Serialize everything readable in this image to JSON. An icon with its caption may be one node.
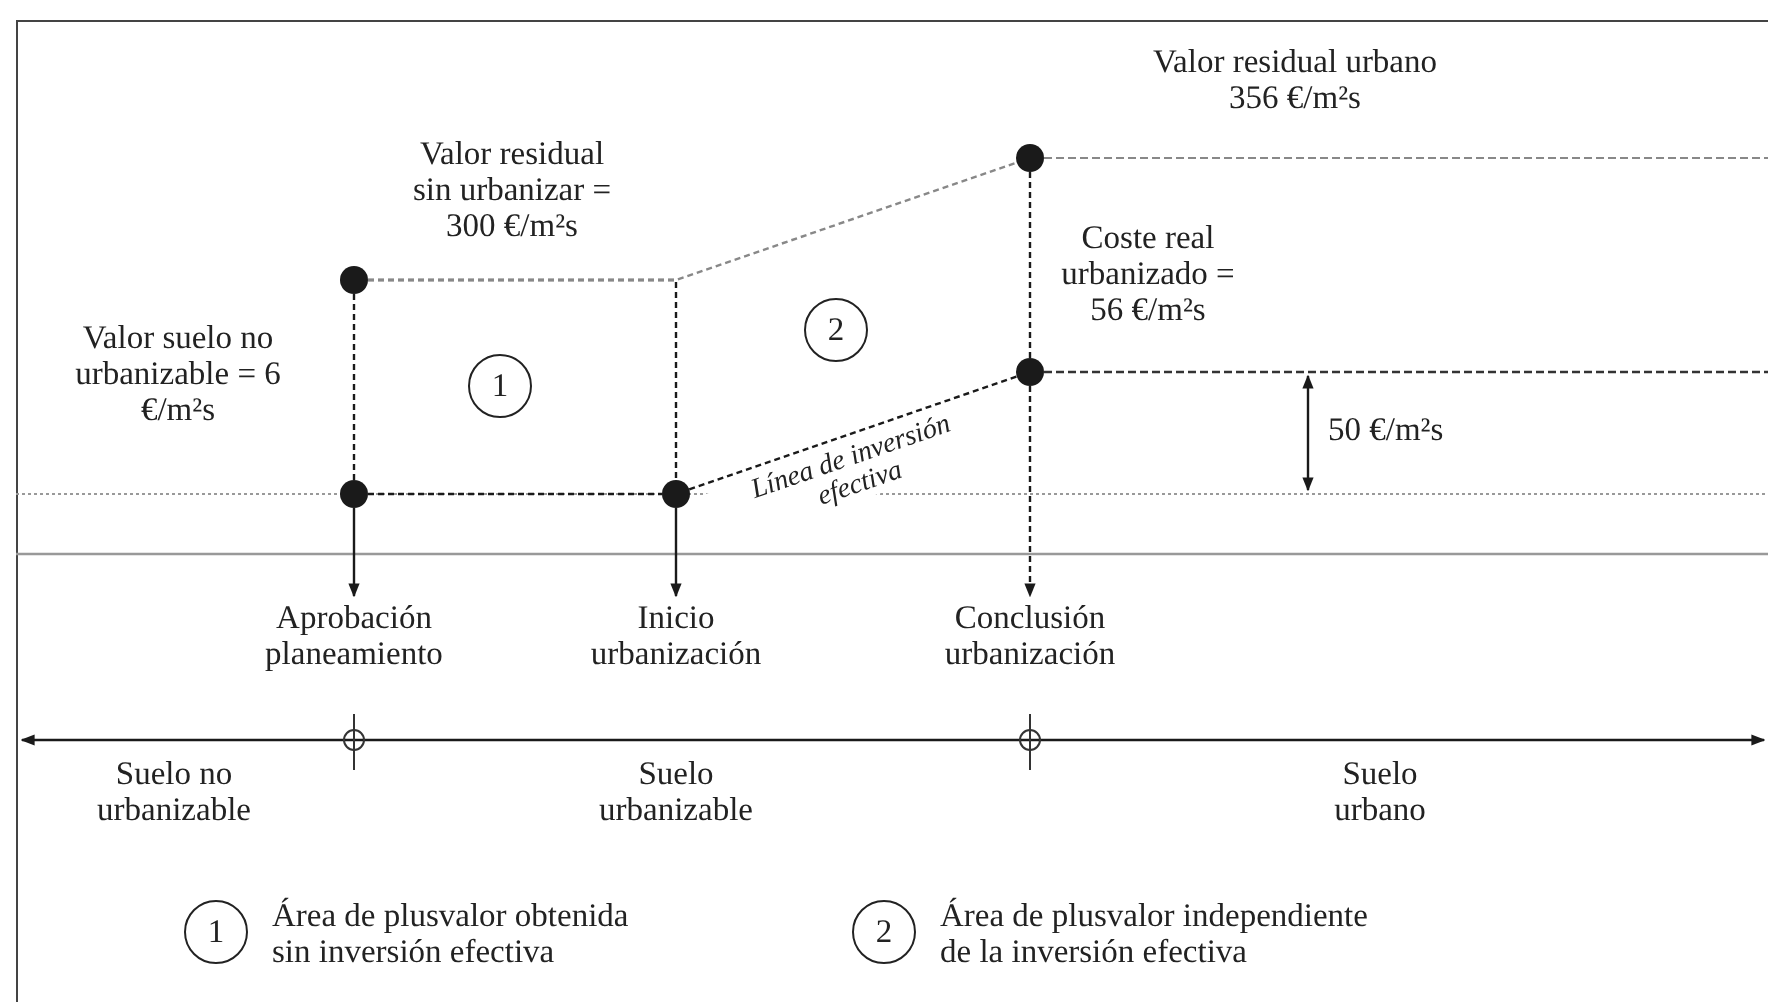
{
  "diagram": {
    "nodes": [
      {
        "text": [],
        "shape": "circle",
        "beside": [
          "Valor residual sin urbanizar = 300 €/m²s"
        ]
      },
      {
        "text": [],
        "shape": "circle",
        "beside": [
          "Valor residual urbano 356 €/m²s"
        ]
      },
      {
        "text": [
          "2"
        ]
      },
      {
        "text": [],
        "shape": "circle",
        "beside": [
          "Coste real urbanizado = 56 €/m²s"
        ]
      },
      {
        "text": [],
        "shape": "circle",
        "beside": [
          "Valor suelo no urbanizable = 6 €/m²s"
        ]
      },
      {
        "text": [
          "1"
        ]
      },
      {
        "text": [],
        "shape": "circle"
      },
      {
        "text": [
          "Aprobación planeamiento"
        ]
      },
      {
        "text": [
          "Inicio urbanización"
        ]
      },
      {
        "text": [
          "Conclusión urbanización"
        ]
      },
      {
        "text": [
          "1"
        ],
        "beside": [
          "Área de plusvalor obtenida sin inversión efectiva"
        ]
      },
      {
        "text": [
          "2"
        ],
        "beside": [
          "Área de plusvalor independiente de la inversión efectiva"
        ]
      }
    ],
    "edges": [
      {
        "from": 0,
        "to": 4,
        "arrow": "none",
        "style": "dashed"
      },
      {
        "from": 4,
        "to": 6,
        "arrow": "none",
        "style": "dashed"
      },
      {
        "from": 6,
        "to": 3,
        "arrow": "none",
        "style": "dashed",
        "label": "Línea de inversión efectiva"
      },
      {
        "from": 0,
        "to": 6,
        "arrow": "none",
        "style": "dashed"
      },
      {
        "from": 0,
        "to": 1,
        "arrow": "none",
        "style": "dashed",
        "color": "#888888"
      },
      {
        "from": 1,
        "to": 3,
        "arrow": "none",
        "style": "dashed"
      },
      {
        "from": 4,
        "to": 7,
        "arrow": "to"
      },
      {
        "from": 6,
        "to": 8,
        "arrow": "to"
      },
      {
        "from": 3,
        "to": 9,
        "arrow": "to",
        "style": "dashed"
      }
    ],
    "labels": [
      "50 €/m²s",
      "Suelo no urbanizable",
      "Suelo urbanizable",
      "Suelo urbano"
    ]
  }
}
